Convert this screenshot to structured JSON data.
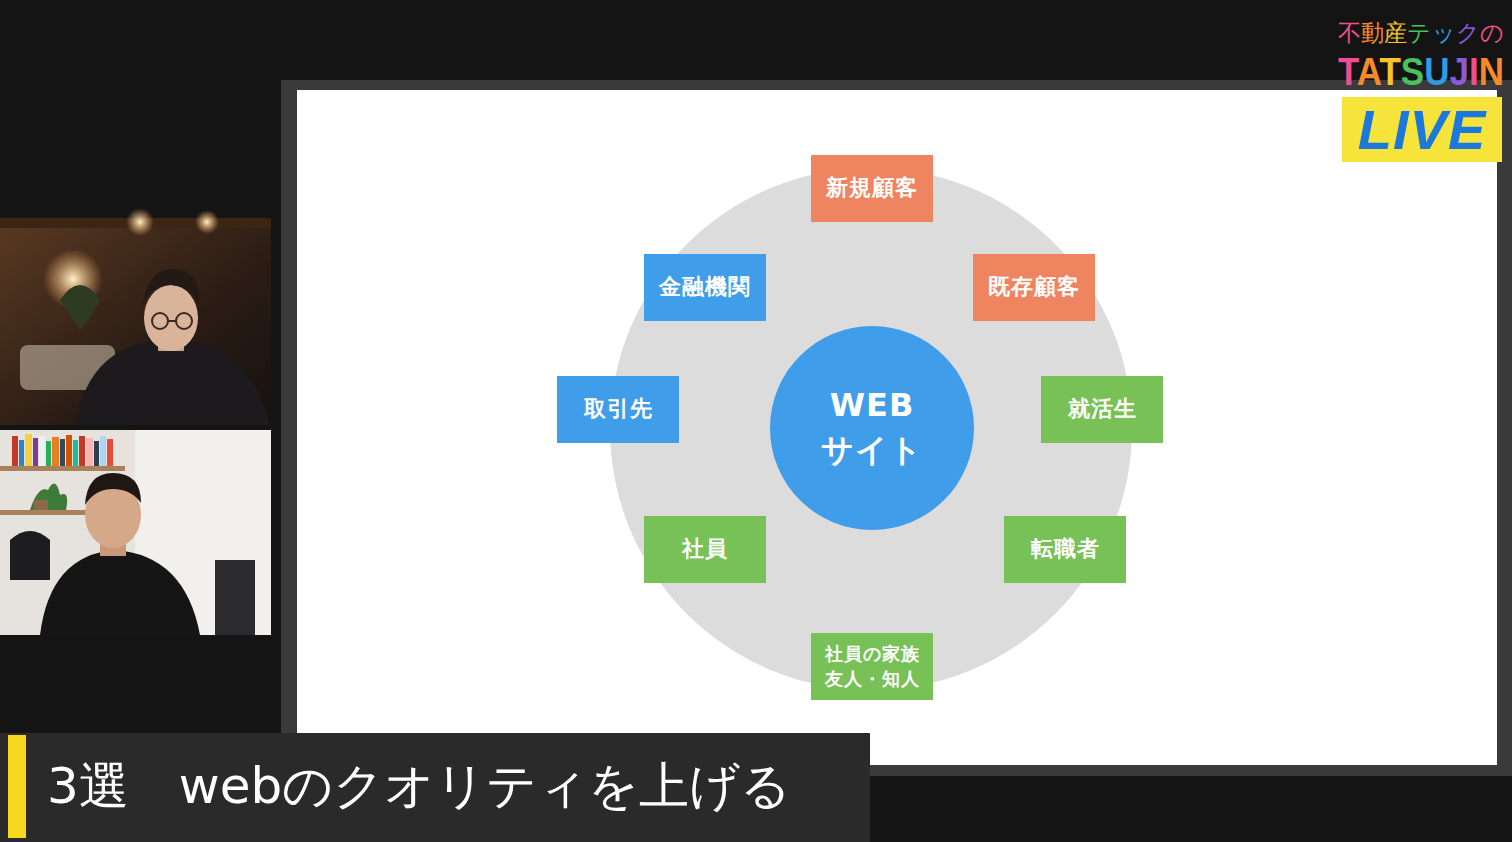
{
  "diagram": {
    "caption": "3選　webのクオリティを上げる",
    "nodes": [
      {
        "text": [
          "新規顧客"
        ]
      },
      {
        "text": [
          "金融機関"
        ]
      },
      {
        "text": [
          "既存顧客"
        ]
      },
      {
        "text": [
          "取引先"
        ]
      },
      {
        "text": [
          "WEB サイト"
        ]
      },
      {
        "text": [
          "就活生"
        ]
      },
      {
        "text": [
          "社員"
        ]
      },
      {
        "text": [
          "転職者"
        ]
      },
      {
        "text": [
          "社員の家族 友人・知人"
        ]
      }
    ],
    "labels": [
      "不動産テックの",
      "TATSUJIN",
      "LIVE"
    ]
  }
}
